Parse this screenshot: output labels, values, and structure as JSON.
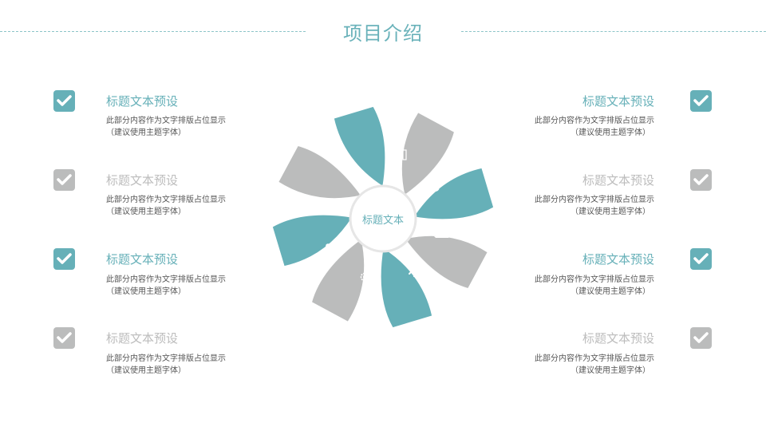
{
  "header": {
    "title": "项目介绍"
  },
  "colors": {
    "accent": "#66b0b8",
    "muted": "#bbbcbc",
    "body_text": "#555555"
  },
  "left_items": [
    {
      "title": "标题文本预设",
      "desc1": "此部分内容作为文字排版占位显示",
      "desc2": "（建议使用主题字体）",
      "state": "active"
    },
    {
      "title": "标题文本预设",
      "desc1": "此部分内容作为文字排版占位显示",
      "desc2": "（建议使用主题字体）",
      "state": "inactive"
    },
    {
      "title": "标题文本预设",
      "desc1": "此部分内容作为文字排版占位显示",
      "desc2": "（建议使用主题字体）",
      "state": "active"
    },
    {
      "title": "标题文本预设",
      "desc1": "此部分内容作为文字排版占位显示",
      "desc2": "（建议使用主题字体）",
      "state": "inactive"
    }
  ],
  "right_items": [
    {
      "title": "标题文本预设",
      "desc1": "此部分内容作为文字排版占位显示",
      "desc2": "（建议使用主题字体）",
      "state": "active"
    },
    {
      "title": "标题文本预设",
      "desc1": "此部分内容作为文字排版占位显示",
      "desc2": "（建议使用主题字体）",
      "state": "inactive"
    },
    {
      "title": "标题文本预设",
      "desc1": "此部分内容作为文字排版占位显示",
      "desc2": "（建议使用主题字体）",
      "state": "active"
    },
    {
      "title": "标题文本预设",
      "desc1": "此部分内容作为文字排版占位显示",
      "desc2": "（建议使用主题字体）",
      "state": "inactive"
    }
  ],
  "wheel": {
    "center_label": "标题文本",
    "petals": [
      {
        "color": "teal",
        "icon": "pie-chart-icon"
      },
      {
        "color": "gray",
        "icon": "desktop-computer-icon"
      },
      {
        "color": "teal",
        "icon": "cloud-icon"
      },
      {
        "color": "gray",
        "icon": "laptop-icon"
      },
      {
        "color": "teal",
        "icon": "running-person-icon"
      },
      {
        "color": "gray",
        "icon": "gears-icon"
      },
      {
        "color": "teal",
        "icon": "person-icon"
      },
      {
        "color": "gray",
        "icon": "bar-chart-icon"
      }
    ]
  }
}
